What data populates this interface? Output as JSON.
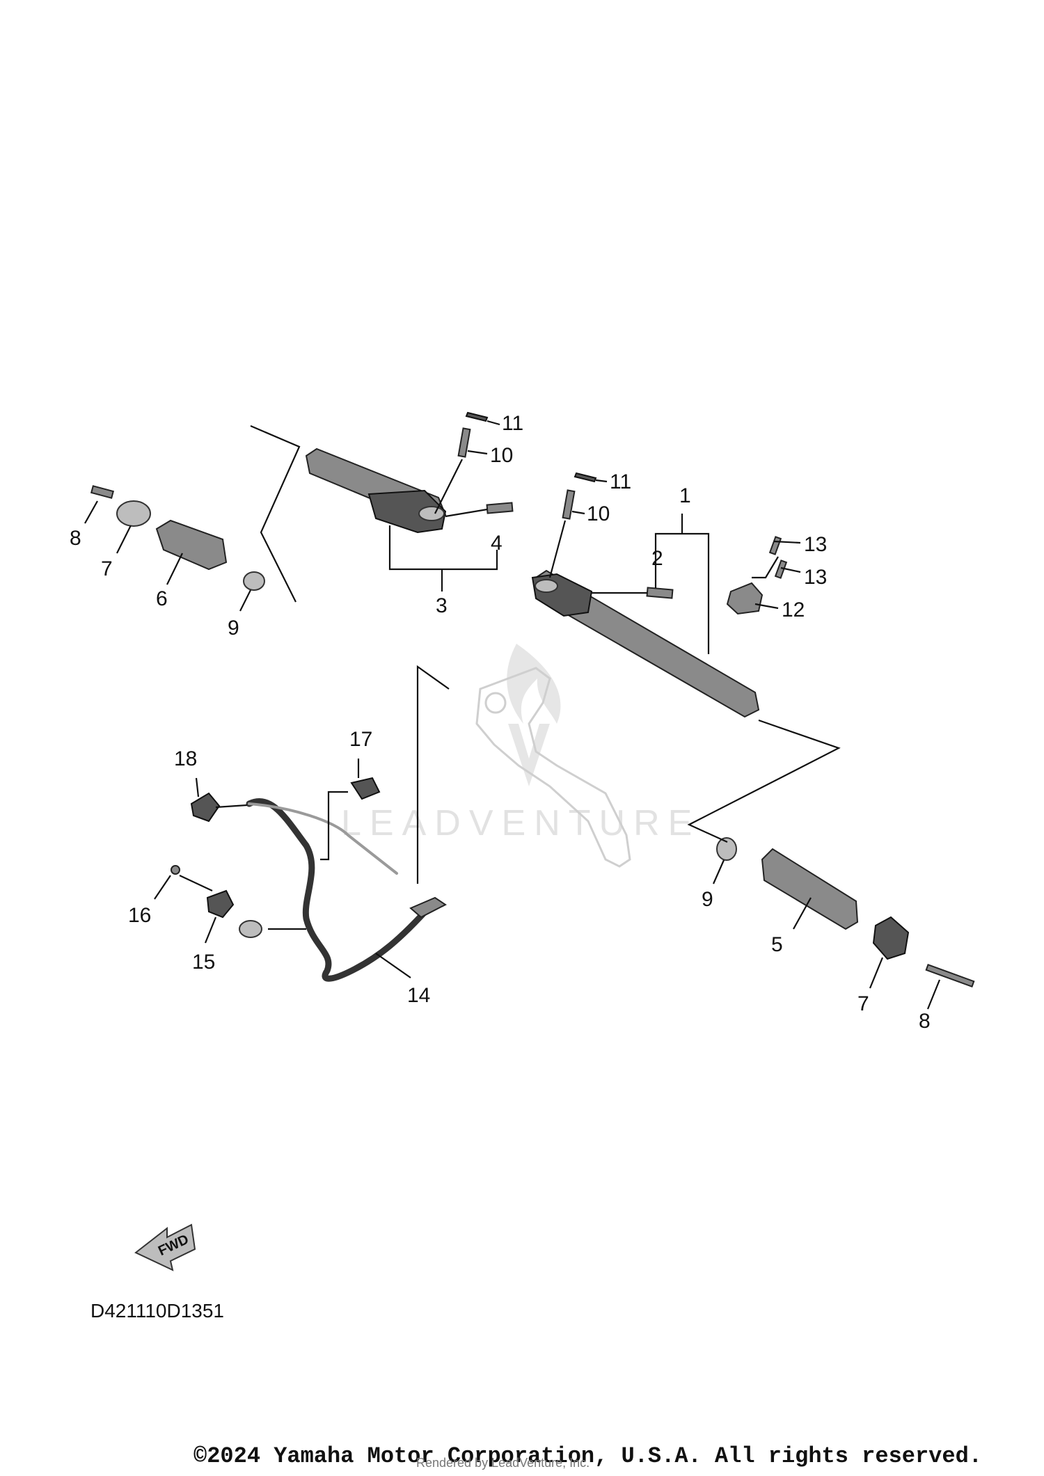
{
  "diagram": {
    "code": "D421110D1351",
    "copyright": "©2024 Yamaha Motor Corporation, U.S.A. All rights reserved.",
    "rendered_by": "Rendered by LeadVenture, Inc.",
    "watermark": "LEADVENTURE",
    "fwd_label": "FWD",
    "callouts": {
      "c1": "1",
      "c2": "2",
      "c3": "3",
      "c4": "4",
      "c5": "5",
      "c6": "6",
      "c7a": "7",
      "c7b": "7",
      "c8a": "8",
      "c8b": "8",
      "c9a": "9",
      "c9b": "9",
      "c10a": "10",
      "c10b": "10",
      "c11a": "11",
      "c11b": "11",
      "c12": "12",
      "c13a": "13",
      "c13b": "13",
      "c14": "14",
      "c15": "15",
      "c16": "16",
      "c17": "17",
      "c18": "18"
    }
  }
}
